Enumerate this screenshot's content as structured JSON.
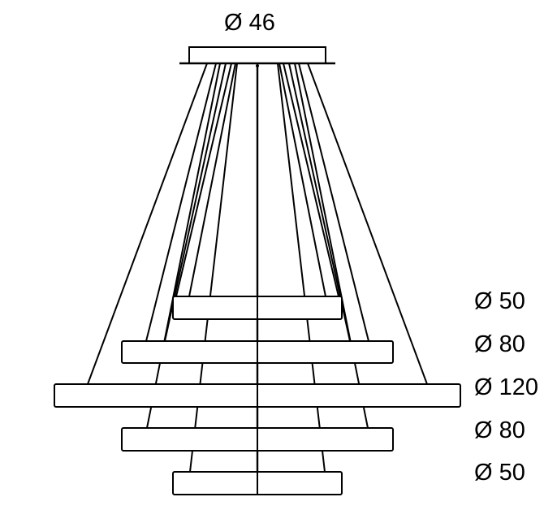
{
  "top_label": "Ø 46",
  "ring_labels": [
    "Ø 50",
    "Ø 80",
    "Ø 120",
    "Ø 80",
    "Ø 50"
  ],
  "colors": {
    "stroke": "#000000",
    "background": "#ffffff"
  }
}
